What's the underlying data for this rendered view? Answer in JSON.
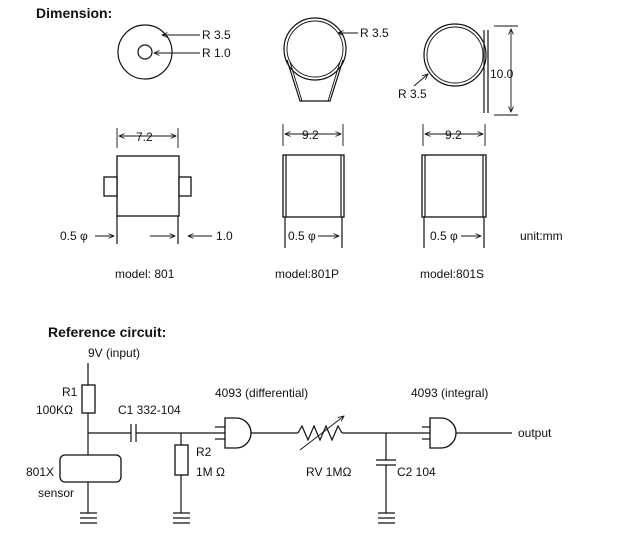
{
  "dimension": {
    "heading": "Dimension:",
    "top_801": {
      "outer_radius": "R 3.5",
      "inner_radius": "R 1.0"
    },
    "top_801p": {
      "radius": "R 3.5"
    },
    "top_801s": {
      "radius": "R 3.5",
      "height": "10.0"
    },
    "width_801": "7.2",
    "width_801p": "9.2",
    "width_801s": "9.2",
    "lead_801": "0.5 φ",
    "lead_801p": "0.5 φ",
    "lead_801s": "0.5 φ",
    "tab_801": "1.0",
    "unit": "unit:mm",
    "models": [
      "model: 801",
      "model:801P",
      "model:801S"
    ]
  },
  "circuit": {
    "heading": "Reference circuit:",
    "supply": "9V (input)",
    "r1_name": "R1",
    "r1_value": "100KΩ",
    "c1": "C1 332-104",
    "r2_name": "R2",
    "r2_value": "1M Ω",
    "gate1": "4093 (differential)",
    "gate2": "4093 (integral)",
    "rv": "RV 1MΩ",
    "c2": "C2 104",
    "sensor_name": "801X",
    "sensor_label": "sensor",
    "output": "output"
  }
}
